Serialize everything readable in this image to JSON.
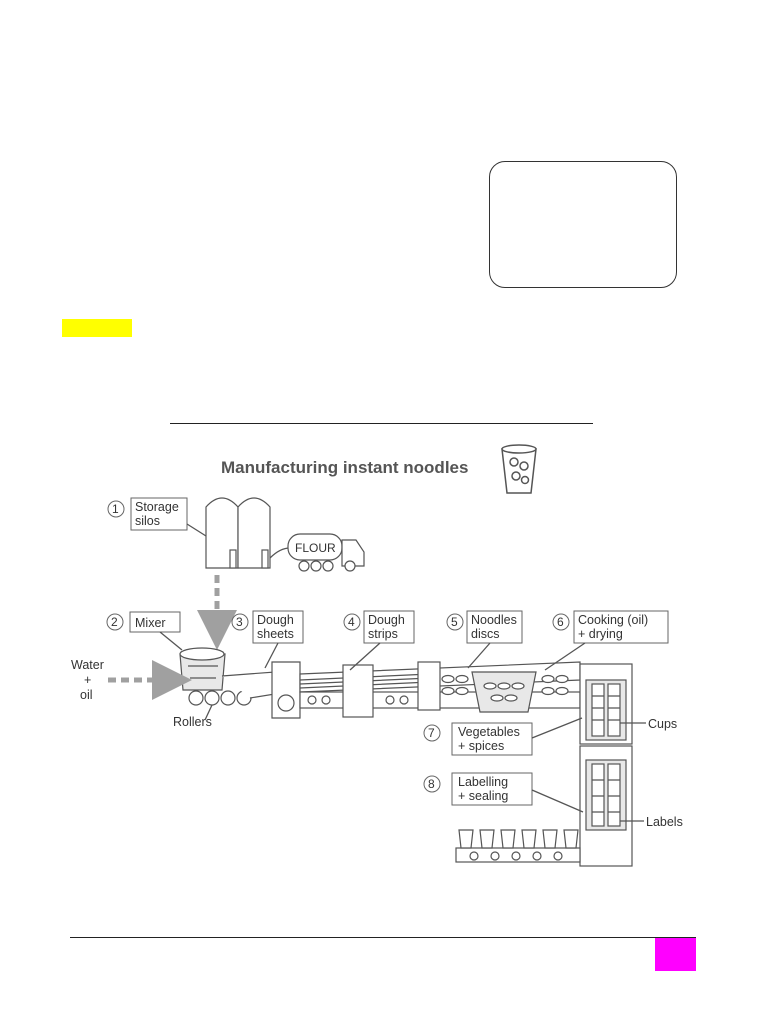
{
  "colors": {
    "highlight": "#ffff00",
    "page_marker": "#ff00ff",
    "line": "#555555",
    "arrow": "#a0a0a0"
  },
  "diagram": {
    "title": "Manufacturing instant noodles",
    "truck_label": "FLOUR",
    "icon": "noodle-cup-icon",
    "steps": [
      {
        "num": "1",
        "line1": "Storage",
        "line2": "silos"
      },
      {
        "num": "2",
        "line1": "Mixer",
        "line2": ""
      },
      {
        "num": "3",
        "line1": "Dough",
        "line2": "sheets"
      },
      {
        "num": "4",
        "line1": "Dough",
        "line2": "strips"
      },
      {
        "num": "5",
        "line1": "Noodles",
        "line2": "discs"
      },
      {
        "num": "6",
        "line1": "Cooking (oil)",
        "line2": "+ drying"
      },
      {
        "num": "7",
        "line1": "Vegetables",
        "line2": "+ spices"
      },
      {
        "num": "8",
        "line1": "Labelling",
        "line2": "+ sealing"
      }
    ],
    "input_label": {
      "line1": "Water",
      "line2": "+",
      "line3": "oil"
    },
    "rollers_label": "Rollers",
    "cups_label": "Cups",
    "labels_label": "Labels"
  }
}
